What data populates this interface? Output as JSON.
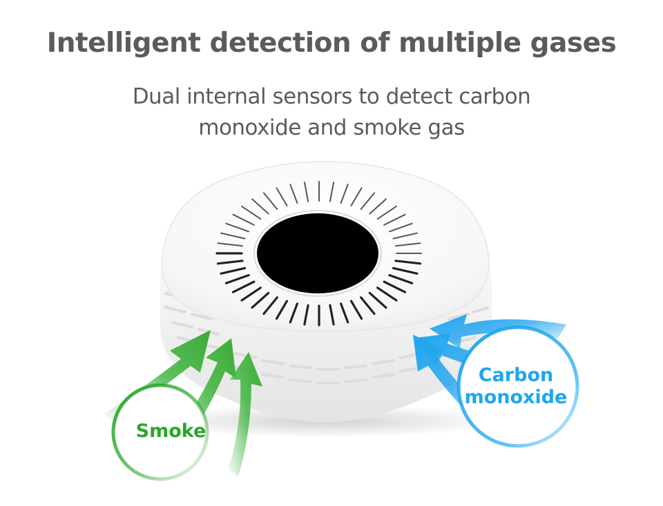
{
  "headline": "Intelligent detection of multiple gases",
  "subheadline": {
    "line1": "Dual internal sensors to detect carbon",
    "line2": "monoxide and smoke gas"
  },
  "badges": {
    "smoke": {
      "label": "Smoke",
      "color": "#2aa52a"
    },
    "carbon_monoxide": {
      "line1": "Carbon",
      "line2": "monoxide",
      "color": "#1ea6ee"
    }
  },
  "colors": {
    "text": "#5b5b5b",
    "device_body": "#f4f4f4",
    "sensor_window": "#000000"
  },
  "device": {
    "name": "smoke-and-co-detector",
    "vent_icon": "radial-vent-slots"
  }
}
